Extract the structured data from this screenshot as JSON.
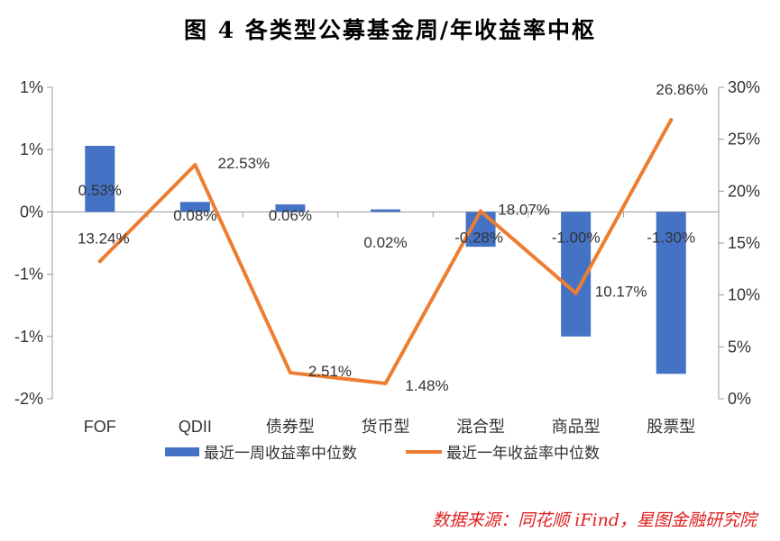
{
  "title": "图 4    各类型公募基金周/年收益率中枢",
  "source": "数据来源：同花顺 iFind，星图金融研究院",
  "chart_data": {
    "type": "bar",
    "categories": [
      "FOF",
      "QDII",
      "债券型",
      "货币型",
      "混合型",
      "商品型",
      "股票型"
    ],
    "series": [
      {
        "name": "最近一周收益率中位数",
        "type": "bar",
        "axis": "left",
        "color": "#4472C4",
        "values": [
          0.53,
          0.08,
          0.06,
          0.02,
          -0.28,
          -1.0,
          -1.3
        ],
        "labels": [
          "0.53%",
          "0.08%",
          "0.06%",
          "0.02%",
          "-0.28%",
          "-1.00%",
          "-1.30%"
        ]
      },
      {
        "name": "最近一年收益率中位数",
        "type": "line",
        "axis": "right",
        "color": "#ED7D31",
        "values": [
          13.24,
          22.53,
          2.51,
          1.48,
          18.07,
          10.17,
          26.86
        ],
        "labels": [
          "13.24%",
          "22.53%",
          "2.51%",
          "1.48%",
          "18.07%",
          "10.17%",
          "26.86%"
        ]
      }
    ],
    "y_left": {
      "lim": [
        -1.5,
        1.0
      ],
      "ticks": [
        1.0,
        0.5,
        0,
        -0.5,
        -1.0,
        -1.5
      ],
      "tick_labels": [
        "1%",
        "1%",
        "0%",
        "-1%",
        "-1%",
        "-2%"
      ]
    },
    "y_right": {
      "lim": [
        0,
        30
      ],
      "ticks": [
        30,
        25,
        20,
        15,
        10,
        5,
        0
      ],
      "tick_labels": [
        "30%",
        "25%",
        "20%",
        "15%",
        "10%",
        "5%",
        "0%"
      ]
    },
    "legend_position": "bottom",
    "grid": false
  }
}
